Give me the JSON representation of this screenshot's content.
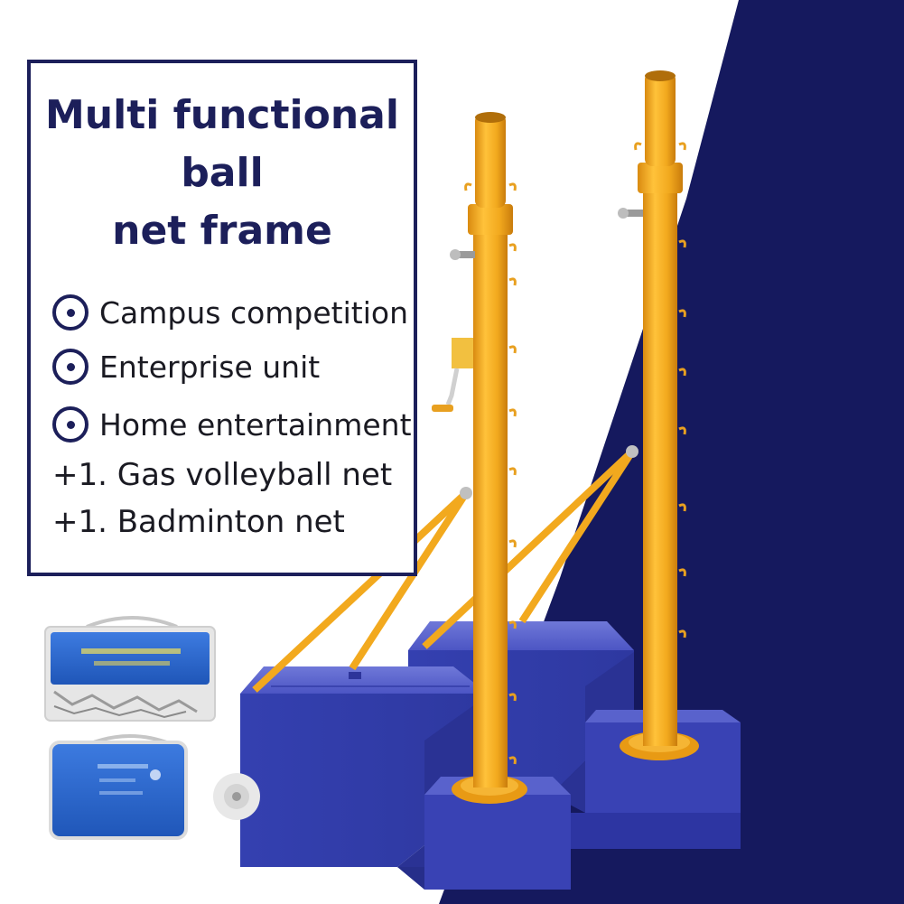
{
  "title": "Multi functional\nball\nnet frame",
  "features": [
    {
      "label": "Campus competition",
      "icon": "radio-bullet-icon"
    },
    {
      "label": "Enterprise unit",
      "icon": "radio-bullet-icon"
    },
    {
      "label": "Home entertainment",
      "icon": "radio-bullet-icon"
    }
  ],
  "extras": [
    "+1. Gas volleyball net",
    "+1. Badminton net"
  ],
  "colors": {
    "navy": "#1c1f5a",
    "pole_yellow": "#f2a91e",
    "base_blue": "#3b44b8",
    "bag_blue": "#2b63c9"
  }
}
